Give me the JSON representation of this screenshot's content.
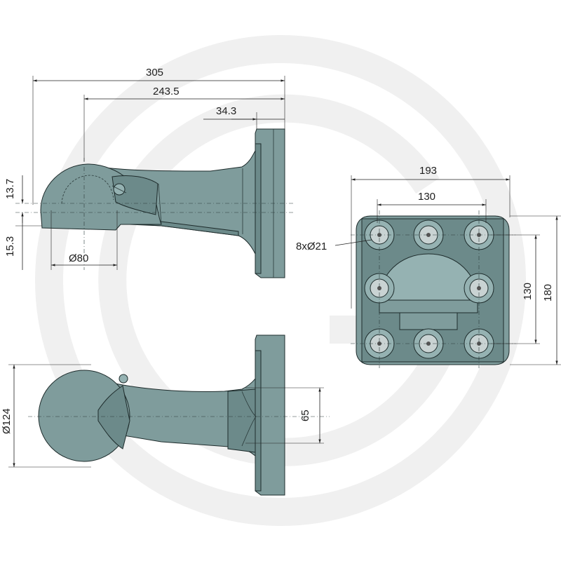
{
  "colors": {
    "part_fill": "#7f9c9c",
    "part_shade": "#6c8a8a",
    "part_highlight": "#95b2b2",
    "boss_fill": "#c9d3d3",
    "watermark": "#f0f0f0",
    "line": "#222222"
  },
  "dimensions": {
    "side_overall": "305",
    "side_ball_to_flange": "243.5",
    "side_flange_thickness": "34.3",
    "side_upper_offset": "13.7",
    "side_lower_offset": "15.3",
    "side_ball_width": "Ø80",
    "plate_width": "193",
    "plate_hole_spacing_h": "130",
    "plate_hole_spacing_v": "130",
    "plate_height": "180",
    "holes": "8xØ21",
    "ball_diameter": "Ø124",
    "shank_height": "65"
  }
}
